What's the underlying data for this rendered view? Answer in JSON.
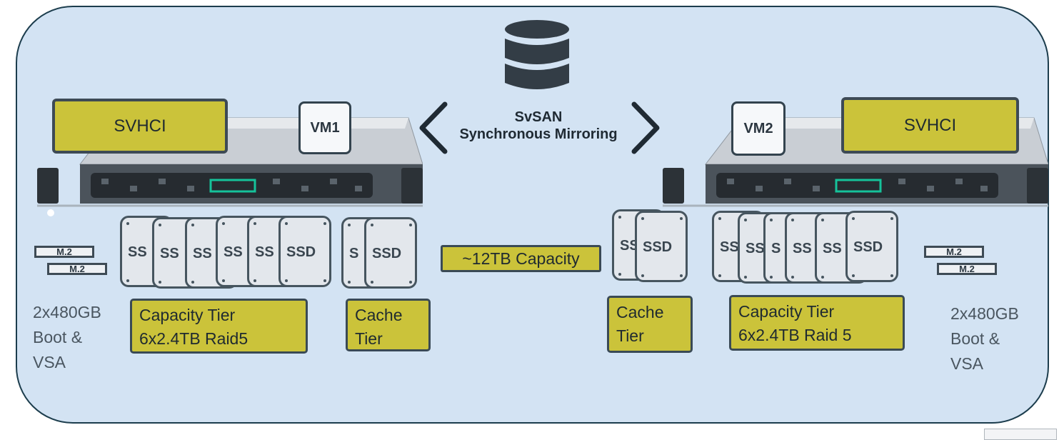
{
  "mirror": {
    "title_line1": "SvSAN",
    "title_line2": "Synchronous Mirroring"
  },
  "capacity_label": "~12TB Capacity",
  "m2_label": "M.2",
  "left": {
    "svhci": "SVHCI",
    "vm": "VM1",
    "capacity_tier": {
      "line1": "Capacity Tier",
      "line2": "6x2.4TB Raid5"
    },
    "cache_tier": {
      "line1": "Cache",
      "line2": "Tier"
    },
    "boot": {
      "line1": "2x480GB",
      "line2": "Boot &",
      "line3": "VSA"
    },
    "ssd_labels": [
      "SS",
      "SS",
      "SS",
      "SS",
      "SS",
      "SSD",
      "S",
      "SSD"
    ]
  },
  "right": {
    "svhci": "SVHCI",
    "vm": "VM2",
    "capacity_tier": {
      "line1": "Capacity Tier",
      "line2": "6x2.4TB Raid 5"
    },
    "cache_tier": {
      "line1": "Cache",
      "line2": "Tier"
    },
    "boot": {
      "line1": "2x480GB",
      "line2": "Boot &",
      "line3": "VSA"
    },
    "ssd_labels": [
      "SS",
      "SSD",
      "SS",
      "SS",
      "S",
      "SS",
      "SS",
      "SSD"
    ]
  },
  "colors": {
    "panel": "#d3e3f3",
    "tier_fill": "#cbc33a",
    "outline": "#3a4a55"
  }
}
